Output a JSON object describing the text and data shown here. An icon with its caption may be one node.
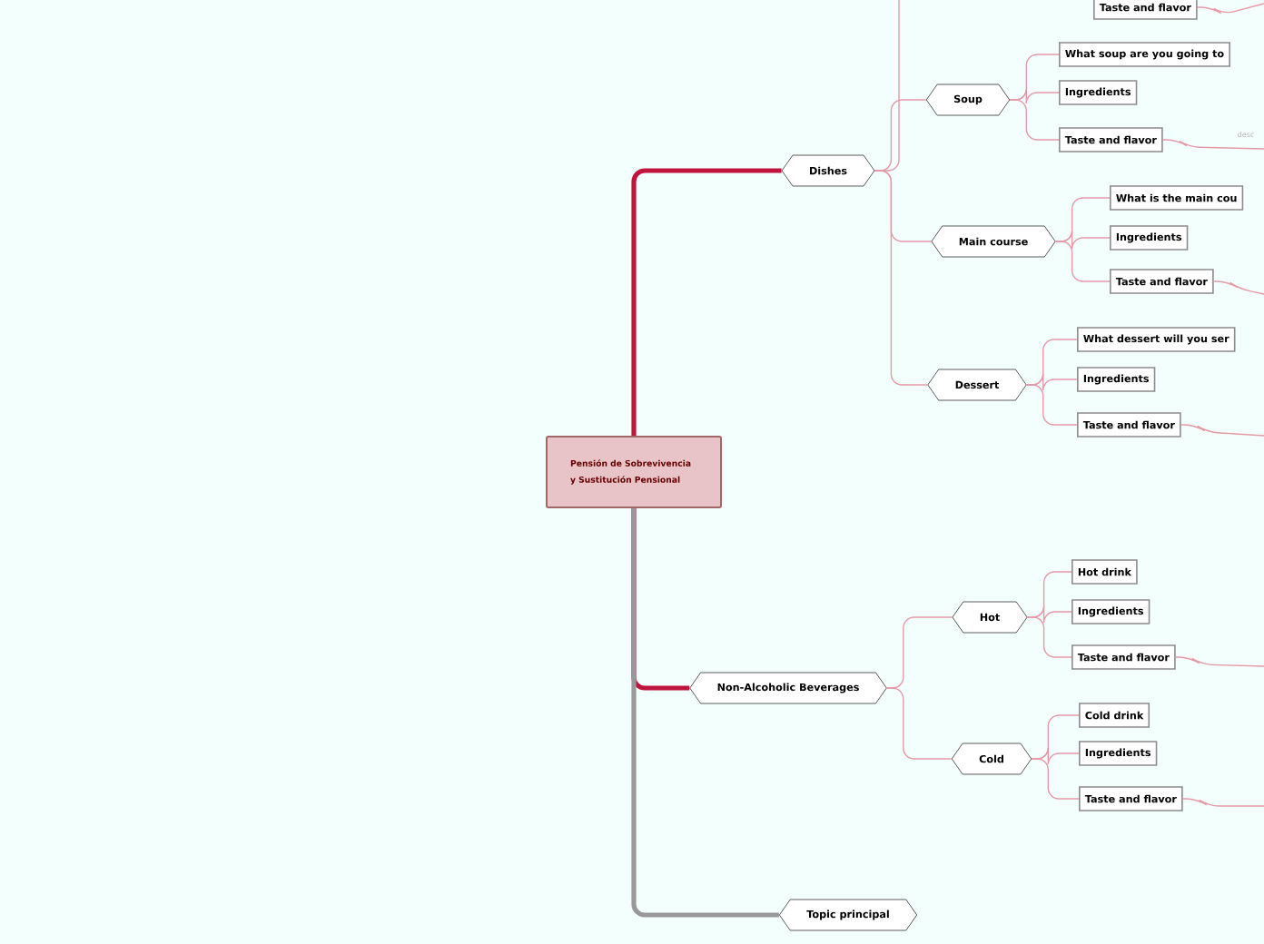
{
  "diagram": {
    "nodes": [
      {
        "text": [
          "Pensión de Sobrevivencia y Sustitución Pensional"
        ]
      },
      {
        "text": [
          "Dishes"
        ]
      },
      {
        "text": [
          "Taste and flavor"
        ]
      },
      {
        "text": [
          "Soup"
        ]
      },
      {
        "text": [
          "What soup are you going to"
        ]
      },
      {
        "text": [
          "Ingredients"
        ]
      },
      {
        "text": [
          "Taste and flavor"
        ]
      },
      {
        "text": [
          "Main course"
        ]
      },
      {
        "text": [
          "What is the main cou"
        ]
      },
      {
        "text": [
          "Ingredients"
        ]
      },
      {
        "text": [
          "Taste and flavor"
        ]
      },
      {
        "text": [
          "Dessert"
        ]
      },
      {
        "text": [
          "What dessert will you ser"
        ]
      },
      {
        "text": [
          "Ingredients"
        ]
      },
      {
        "text": [
          "Taste and flavor"
        ]
      },
      {
        "text": [
          "Non-Alcoholic Beverages"
        ]
      },
      {
        "text": [
          "Hot"
        ]
      },
      {
        "text": [
          "Hot drink"
        ]
      },
      {
        "text": [
          "Ingredients"
        ]
      },
      {
        "text": [
          "Taste and flavor"
        ]
      },
      {
        "text": [
          "Cold"
        ]
      },
      {
        "text": [
          "Cold drink"
        ]
      },
      {
        "text": [
          "Ingredients"
        ]
      },
      {
        "text": [
          "Taste and flavor"
        ]
      },
      {
        "text": [
          "Topic principal"
        ]
      }
    ],
    "edges": [
      {
        "from": 0,
        "to": 1,
        "arrow": "none",
        "style": "thick",
        "color": "#c0143c"
      },
      {
        "from": 0,
        "to": 15,
        "arrow": "none",
        "style": "thick",
        "color": "#c0143c"
      },
      {
        "from": 0,
        "to": 24,
        "arrow": "none",
        "style": "thick",
        "color": "#999999"
      },
      {
        "from": 1,
        "to": null,
        "arrow": "none"
      },
      {
        "from": 1,
        "to": 3,
        "arrow": "none"
      },
      {
        "from": 1,
        "to": 7,
        "arrow": "none"
      },
      {
        "from": 1,
        "to": 11,
        "arrow": "none"
      },
      {
        "from": 2,
        "to": null,
        "arrow": "none"
      },
      {
        "from": 3,
        "to": 4,
        "arrow": "none"
      },
      {
        "from": 3,
        "to": 5,
        "arrow": "none"
      },
      {
        "from": 3,
        "to": 6,
        "arrow": "none"
      },
      {
        "from": 6,
        "to": null,
        "arrow": "none"
      },
      {
        "from": 7,
        "to": 8,
        "arrow": "none"
      },
      {
        "from": 7,
        "to": 9,
        "arrow": "none"
      },
      {
        "from": 7,
        "to": 10,
        "arrow": "none"
      },
      {
        "from": 10,
        "to": null,
        "arrow": "none"
      },
      {
        "from": 11,
        "to": 12,
        "arrow": "none"
      },
      {
        "from": 11,
        "to": 13,
        "arrow": "none"
      },
      {
        "from": 11,
        "to": 14,
        "arrow": "none"
      },
      {
        "from": 14,
        "to": null,
        "arrow": "none"
      },
      {
        "from": 15,
        "to": 16,
        "arrow": "none"
      },
      {
        "from": 15,
        "to": 20,
        "arrow": "none"
      },
      {
        "from": 16,
        "to": 17,
        "arrow": "none"
      },
      {
        "from": 16,
        "to": 18,
        "arrow": "none"
      },
      {
        "from": 16,
        "to": 19,
        "arrow": "none"
      },
      {
        "from": 19,
        "to": null,
        "arrow": "none"
      },
      {
        "from": 20,
        "to": 21,
        "arrow": "none"
      },
      {
        "from": 20,
        "to": 22,
        "arrow": "none"
      },
      {
        "from": 20,
        "to": 23,
        "arrow": "none"
      },
      {
        "from": 23,
        "to": null,
        "arrow": "none"
      }
    ],
    "labels": [
      "desc"
    ]
  }
}
